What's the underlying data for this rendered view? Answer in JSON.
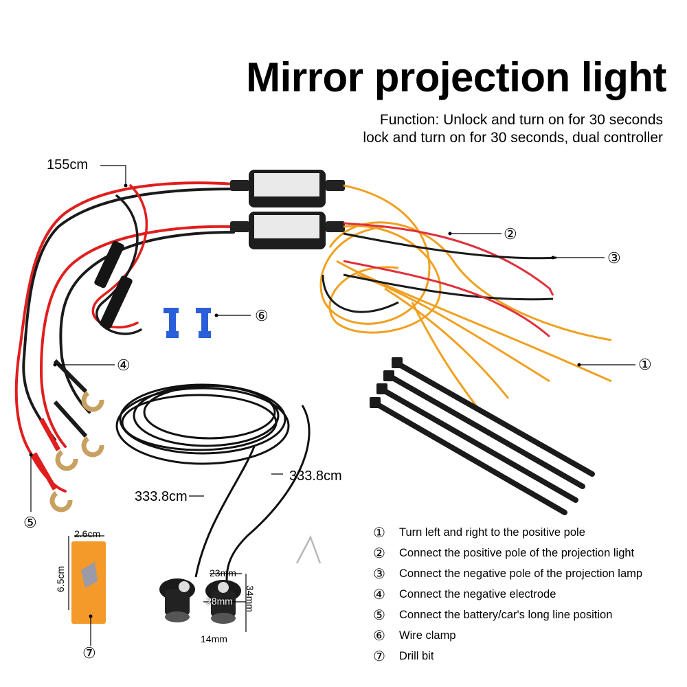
{
  "header": {
    "title": "Mirror projection light",
    "subtitle_line1": "Function: Unlock and turn on for 30 seconds",
    "subtitle_line2": "lock and turn on for 30 seconds, dual controller"
  },
  "measurements": {
    "main_wire": "155cm",
    "cable_left": "333.8cm",
    "cable_right": "333.8cm",
    "drill_width": "2.6cm",
    "drill_height": "6.5cm",
    "lamp_top": "23mm",
    "lamp_flange": "28mm",
    "lamp_height": "34mm",
    "lamp_base": "14mm"
  },
  "callouts": {
    "c1": "①",
    "c2": "②",
    "c3": "③",
    "c4": "④",
    "c5": "⑤",
    "c6": "⑥",
    "c7": "⑦"
  },
  "legend": {
    "items": [
      {
        "num": "①",
        "text": "Turn left and right to the positive pole"
      },
      {
        "num": "②",
        "text": "Connect the positive pole of the projection light"
      },
      {
        "num": "③",
        "text": "Connect the negative pole of the projection lamp"
      },
      {
        "num": "④",
        "text": "Connect the negative electrode"
      },
      {
        "num": "⑤",
        "text": "Connect the battery/car's long line position"
      },
      {
        "num": "⑥",
        "text": "Wire clamp"
      },
      {
        "num": "⑦",
        "text": "Drill bit"
      }
    ]
  },
  "colors": {
    "red_wire": "#e01e1e",
    "black_wire": "#1a1a1a",
    "orange_wire": "#f0a020",
    "clamp_blue": "#2b5fd9",
    "drill_box": "#f39a2a",
    "terminal_brass": "#c8a060"
  }
}
